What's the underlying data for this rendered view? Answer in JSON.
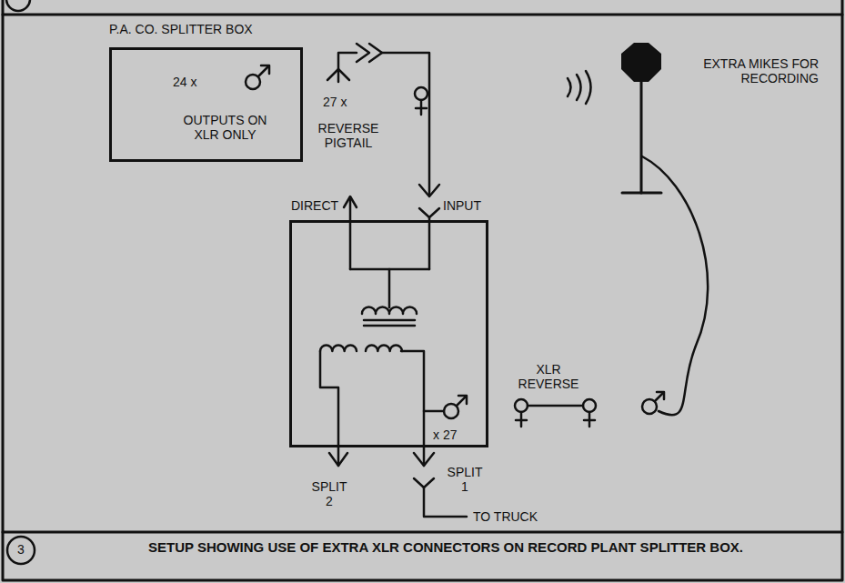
{
  "diagram": {
    "caption": "SETUP SHOWING USE OF EXTRA XLR CONNECTORS ON RECORD PLANT SPLITTER BOX.",
    "nodes": [
      {
        "text": [
          "P.A. CO. SPLITTER BOX",
          "24 x",
          "OUTPUTS ON XLR ONLY"
        ]
      },
      {
        "text": [
          "x 27"
        ]
      }
    ],
    "labels": [
      "27 x",
      "REVERSE PIGTAIL",
      "DIRECT",
      "INPUT",
      "EXTRA MIKES FOR RECORDING",
      "XLR REVERSE",
      "SPLIT 2",
      "SPLIT 1",
      "TO TRUCK",
      "3"
    ]
  }
}
